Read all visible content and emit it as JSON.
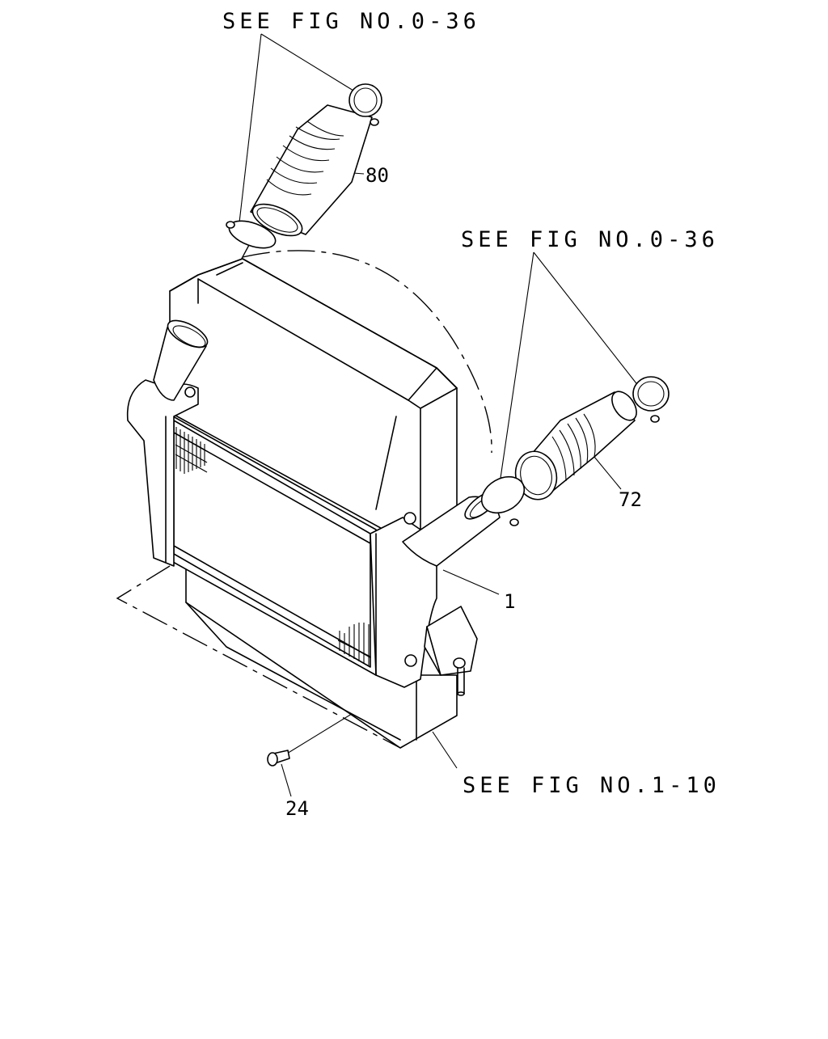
{
  "diagram": {
    "callouts": {
      "ref_top": "SEE FIG NO.0-36",
      "ref_right": "SEE FIG NO.0-36",
      "ref_bottom": "SEE FIG NO.1-10"
    },
    "part_numbers": {
      "hose_upper": "80",
      "hose_right": "72",
      "intercooler": "1",
      "bolt": "24"
    }
  }
}
